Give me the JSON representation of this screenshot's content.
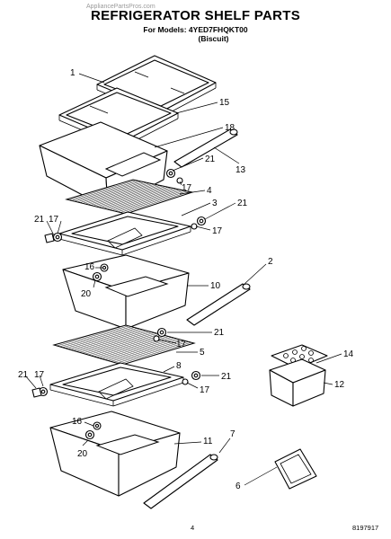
{
  "header": {
    "watermark": "AppliancePartsPros.com",
    "title": "REFRIGERATOR SHELF PARTS",
    "models_line": "For Models: 4YED7FHQKT00",
    "color_line": "(Biscuit)"
  },
  "footer": {
    "page_number": "4",
    "document_number": "8197917"
  },
  "callouts": {
    "c1": "1",
    "c15": "15",
    "c18": "18",
    "c13": "13",
    "c21a": "21",
    "c17a": "17",
    "c4": "4",
    "c3": "3",
    "c21b": "21",
    "c17b": "17",
    "c21c": "21",
    "c17c": "17",
    "c2": "2",
    "c16a": "16",
    "c20a": "20",
    "c10": "10",
    "c21d": "21",
    "c17d": "17",
    "c5": "5",
    "c8": "8",
    "c21e": "21",
    "c17e": "17",
    "c21f": "21",
    "c17f": "17",
    "c14": "14",
    "c12": "12",
    "c16b": "16",
    "c20b": "20",
    "c11": "11",
    "c7": "7",
    "c6": "6"
  }
}
